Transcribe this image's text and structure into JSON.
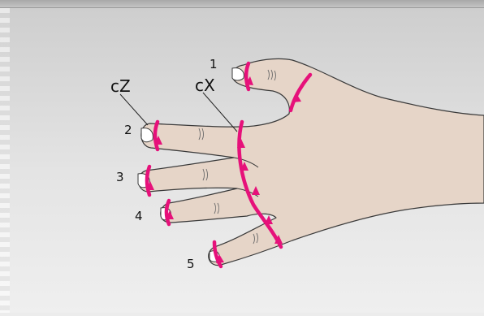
{
  "colors": {
    "background_top": "#cfcfcf",
    "background_bottom": "#eeeeee",
    "skin": "#e6d5c8",
    "skin_outline": "#3a3a3a",
    "nail": "#ffffff",
    "marker": "#e6117a"
  },
  "labels": {
    "code_left": "cZ",
    "code_right": "cX",
    "finger_1": "1",
    "finger_2": "2",
    "finger_3": "3",
    "finger_4": "4",
    "finger_5": "5"
  }
}
